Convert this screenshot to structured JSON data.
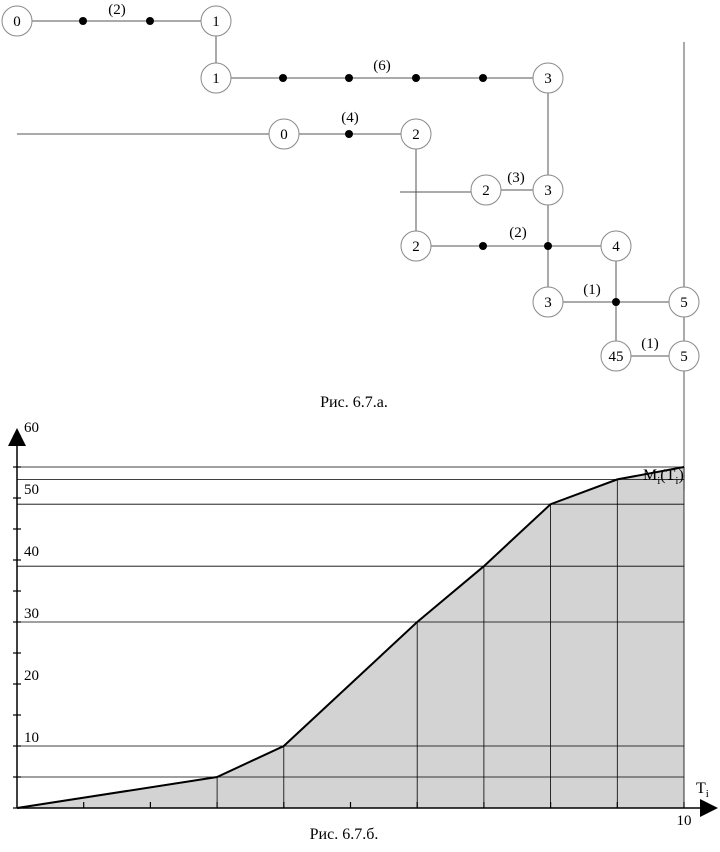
{
  "network": {
    "caption": "Рис. 6.7.а.",
    "durations": [
      "(2)",
      "(6)",
      "(4)",
      "(3)",
      "(2)",
      "(1)",
      "(1)"
    ],
    "nodes": [
      "0",
      "1",
      "1",
      "3",
      "0",
      "2",
      "2",
      "3",
      "2",
      "4",
      "3",
      "5",
      "45",
      "5"
    ]
  },
  "chart": {
    "caption": "Рис. 6.7.б.",
    "curve_label_main": "M",
    "curve_label_sub": "i",
    "curve_label_paren": "(T",
    "curve_label_sub2": "i",
    "curve_label_close": ")",
    "xaxis_label_main": "T",
    "xaxis_label_sub": "i"
  },
  "chart_data": {
    "type": "area",
    "x": [
      0,
      3,
      4,
      6,
      7,
      8,
      9,
      10
    ],
    "y": [
      0,
      5,
      10,
      30,
      39,
      49,
      53,
      55
    ],
    "xlim": [
      0,
      10
    ],
    "ylim": [
      0,
      60
    ],
    "xticks": [
      10
    ],
    "yticks": [
      10,
      20,
      30,
      40,
      50,
      60
    ],
    "reference_levels": [
      5,
      10,
      30,
      39,
      49,
      53,
      55
    ],
    "fill_color": "#d3d3d3",
    "line_color": "#000000"
  }
}
